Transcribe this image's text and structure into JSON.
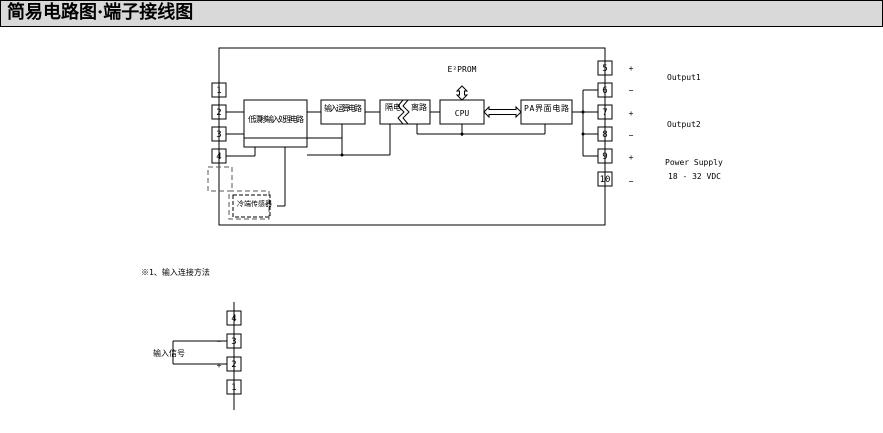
{
  "header": {
    "title": "简易电路图·端子接线图"
  },
  "terminals": [
    "1",
    "2",
    "3",
    "4",
    "5",
    "6",
    "7",
    "8",
    "9",
    "10"
  ],
  "blocks": {
    "input_proc": "低漂移输入处理电路",
    "amp": "输入运算电路",
    "iso_left": "隔电",
    "iso_right": "离路",
    "cpu": "CPU",
    "eeprom": "E²PROM",
    "pa": "PA界面电路",
    "cold": "冷端传感器"
  },
  "outputs": {
    "plus": "+",
    "minus": "−",
    "output1": "Output1",
    "output2": "Output2",
    "power_supply": "Power Supply",
    "power_range": "18 - 32 VDC"
  },
  "note": {
    "title": "※1、输入连接方法",
    "input_signal": "输入信号",
    "minus": "−",
    "plus": "+"
  }
}
